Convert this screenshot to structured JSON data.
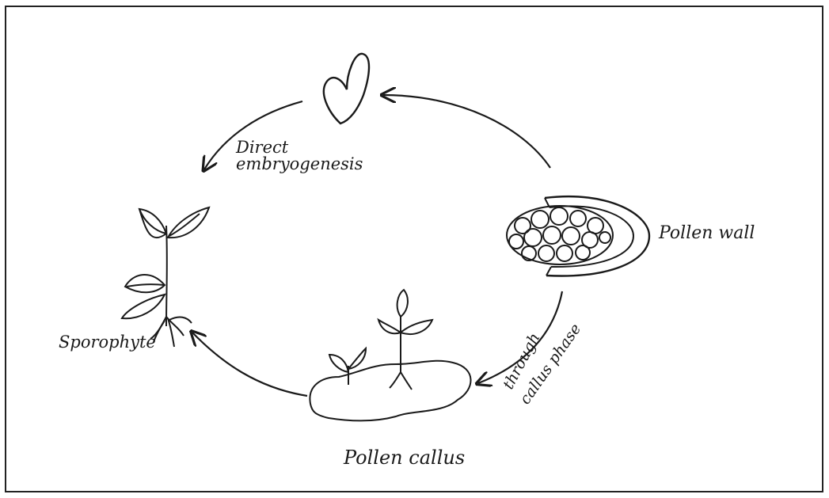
{
  "labels": {
    "direct_1": "Direct",
    "direct_2": "embryogenesis",
    "pollen_wall": "Pollen wall",
    "sporophyte": "Sporophyte",
    "pollen_callus": "Pollen callus",
    "through_1": "through",
    "through_2": "callus phase"
  },
  "icons": [
    "embryo-icon",
    "pollen-grain-icon",
    "sporophyte-plant-icon",
    "callus-plantlets-icon"
  ],
  "colors": {
    "ink": "#1a1a1a",
    "paper": "#ffffff"
  }
}
